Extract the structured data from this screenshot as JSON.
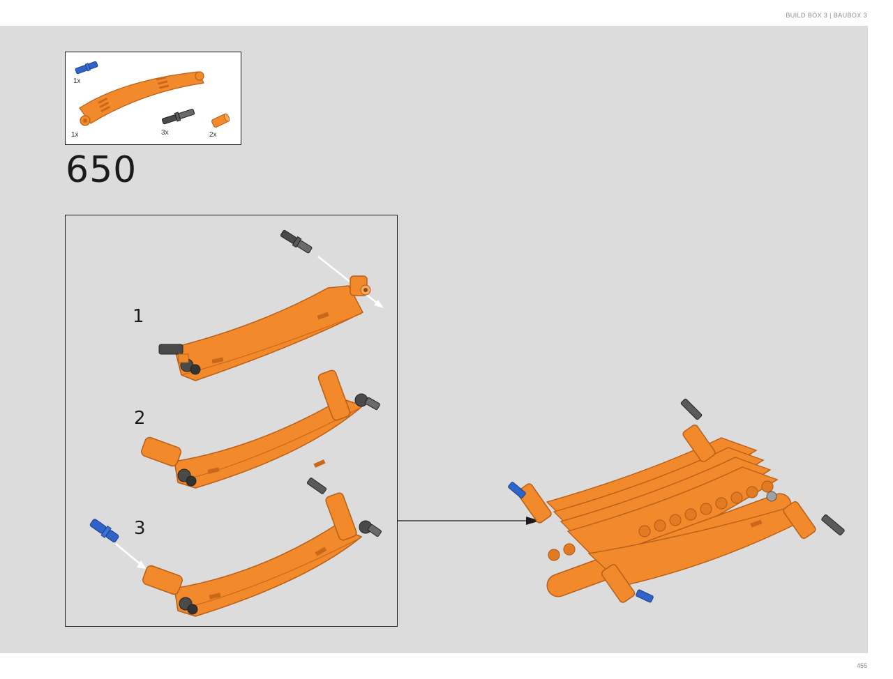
{
  "header": {
    "book_label": "BUILD BOX 3  |  BAUBOX 3"
  },
  "parts_list": {
    "items": [
      {
        "part": "blue-pin",
        "quantity": "1x"
      },
      {
        "part": "orange-curved-panel",
        "quantity": "1x"
      },
      {
        "part": "dark-grey-axle-pin",
        "quantity": "3x"
      },
      {
        "part": "orange-bush",
        "quantity": "2x"
      }
    ]
  },
  "step": {
    "number": "650"
  },
  "substeps": [
    {
      "label": "1"
    },
    {
      "label": "2"
    },
    {
      "label": "3"
    }
  ],
  "colors": {
    "background": "#dbdcdb",
    "orange": "#f28a2c",
    "orange_dark": "#c9681a",
    "blue": "#2e63c9",
    "dark_grey": "#4a4a4a"
  },
  "footer": {
    "page_number": "455"
  }
}
